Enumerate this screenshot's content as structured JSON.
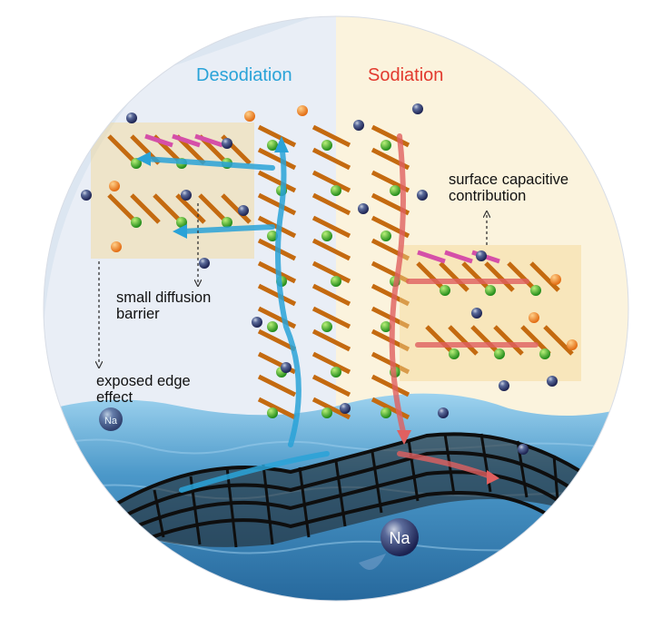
{
  "labels": {
    "desodiation": "Desodiation",
    "sodiation": "Sodiation",
    "surface": "surface capacitive\ncontribution",
    "diffusion": "small diffusion\nbarrier",
    "edge": "exposed edge\neffect",
    "na_large": "Na",
    "na_small": "Na"
  },
  "colors": {
    "desodiation": "#2aa3d8",
    "sodiation": "#e23a2e",
    "left_bg": "#e9eef6",
    "right_bg": "#fbf3dd",
    "water": "#4f93c0",
    "graphene": "#141414",
    "sulfur": "#f0961e",
    "metal": "#3fae2c",
    "selenium": "#d54fa8",
    "sodium": "#2b3a84"
  },
  "icons": [
    "sodium-ion-icon",
    "graphene-sheet",
    "layered-structure"
  ]
}
